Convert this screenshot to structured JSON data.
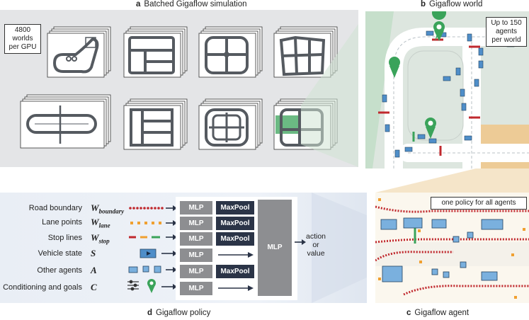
{
  "captions": {
    "a_letter": "a",
    "a_text": "Batched Gigaflow simulation",
    "b_letter": "b",
    "b_text": "Gigaflow world",
    "c_letter": "c",
    "c_text": "Gigaflow agent",
    "d_letter": "d",
    "d_text": "Gigaflow policy"
  },
  "panel_a": {
    "worlds_label": "4800\nworlds\nper GPU"
  },
  "panel_b": {
    "agents_label": "Up to 150\nagents\nper world"
  },
  "panel_c": {
    "policy_label": "one policy for all agents"
  },
  "panel_d": {
    "rows": [
      {
        "label": "Road boundary",
        "sym": "W",
        "sub": "boundary",
        "module": "MLP",
        "pool": "MaxPool"
      },
      {
        "label": "Lane points",
        "sym": "W",
        "sub": "lane",
        "module": "MLP",
        "pool": "MaxPool"
      },
      {
        "label": "Stop lines",
        "sym": "W",
        "sub": "stop",
        "module": "MLP",
        "pool": "MaxPool"
      },
      {
        "label": "Vehicle state",
        "sym": "S",
        "sub": "",
        "module": "MLP",
        "pool": ""
      },
      {
        "label": "Other agents",
        "sym": "A",
        "sub": "",
        "module": "MLP",
        "pool": "MaxPool"
      },
      {
        "label": "Conditioning and goals",
        "sym": "C",
        "sub": "",
        "module": "MLP",
        "pool": ""
      }
    ],
    "final_module": "MLP",
    "output_line1": "action",
    "output_line2": "or",
    "output_line3": "value"
  },
  "colors": {
    "road": "#555a60",
    "boundary_red": "#c0282d",
    "lane_orange": "#f0a030",
    "stop_green": "#3aa35a",
    "vehicle_blue": "#4f8ec9",
    "goal_green": "#3aa35a",
    "mlp_gray": "#8d8e91",
    "pool_navy": "#2b3447"
  }
}
